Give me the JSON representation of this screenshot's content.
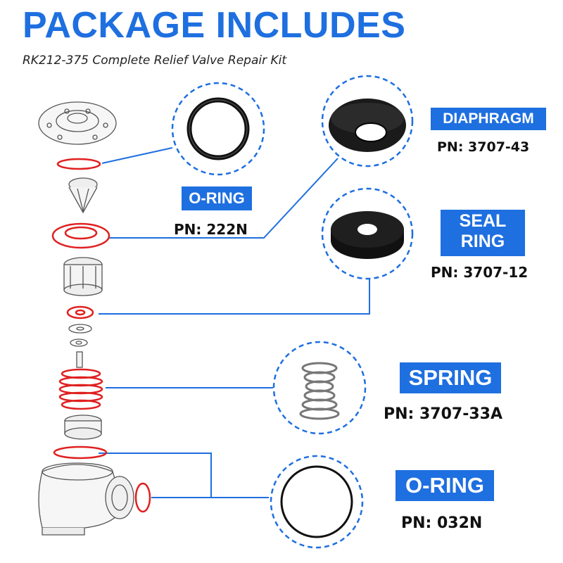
{
  "header": {
    "title": "PACKAGE INCLUDES",
    "subtitle": "RK212-375 Complete Relief Valve Repair Kit"
  },
  "parts": [
    {
      "name": "O-RING",
      "pn": "PN: 222N"
    },
    {
      "name": "DIAPHRAGM",
      "pn": "PN: 3707-43"
    },
    {
      "name_line1": "SEAL",
      "name_line2": "RING",
      "pn": "PN: 3707-12"
    },
    {
      "name": "SPRING",
      "pn": "PN: 3707-33A"
    },
    {
      "name": "O-RING",
      "pn": "PN: 032N"
    }
  ],
  "colors": {
    "accent": "#1e6fe0",
    "highlight": "#e02020",
    "part": "#111111",
    "outline": "#555555"
  }
}
